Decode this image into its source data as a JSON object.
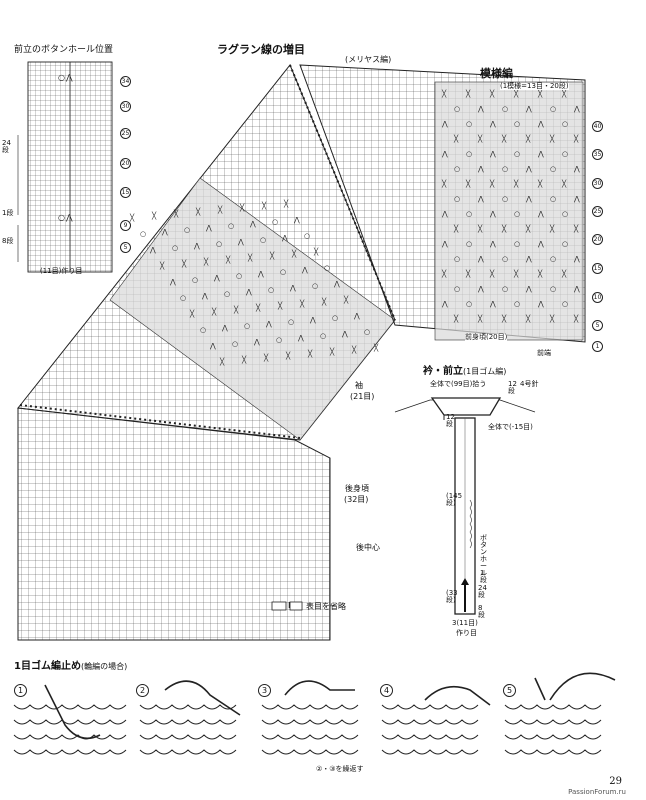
{
  "titles": {
    "buttonhole": "前立のボタンホール位置",
    "raglan": "ラグラン線の増目",
    "collar": "衿・前立",
    "collar_sub": "(1目ゴム編)",
    "bindoff": "1目ゴム編止め",
    "bindoff_sub": "(輪編の場合)"
  },
  "labels": {
    "stockinette": "(メリヤス編)",
    "pattern": "模様編",
    "pattern_repeat": "(1模様=13目・20段)",
    "front_body": "前身頃",
    "front_body_sts": "(20目)",
    "front_end": "前端",
    "sleeve": "袖",
    "sleeve_sts": "(21目)",
    "back_body": "後身頃",
    "back_body_sts": "(32目)",
    "back_center": "後中心",
    "legend": "表目を省略",
    "bh_24": "24段",
    "bh_1": "1段",
    "bh_8": "8段",
    "bh_cast": "(11目)作り目",
    "collar_total": "全体で(99目)拾う",
    "collar_12": "12段",
    "collar_needle": "4号針",
    "collar_15": "全体で(-15目)",
    "collar_12b": "12段",
    "collar_145": "(145段)",
    "collar_bh": "ボタンホール",
    "collar_bh1": "1段",
    "collar_24": "24段",
    "collar_33": "(33段)",
    "collar_8": "8段",
    "collar_cast": "3(11目)",
    "collar_cast2": "作り目",
    "step_note": "②・③を繰返す"
  },
  "chart_rows": [
    "34",
    "30",
    "25",
    "20",
    "15",
    "9",
    "5"
  ],
  "pattern_rows": [
    "40",
    "35",
    "30",
    "25",
    "20",
    "15",
    "10",
    "5",
    "1"
  ],
  "steps": [
    "1",
    "2",
    "3",
    "4",
    "5"
  ],
  "legend_symbol": "I",
  "page_number": "29",
  "watermark": "PassionForum.ru"
}
